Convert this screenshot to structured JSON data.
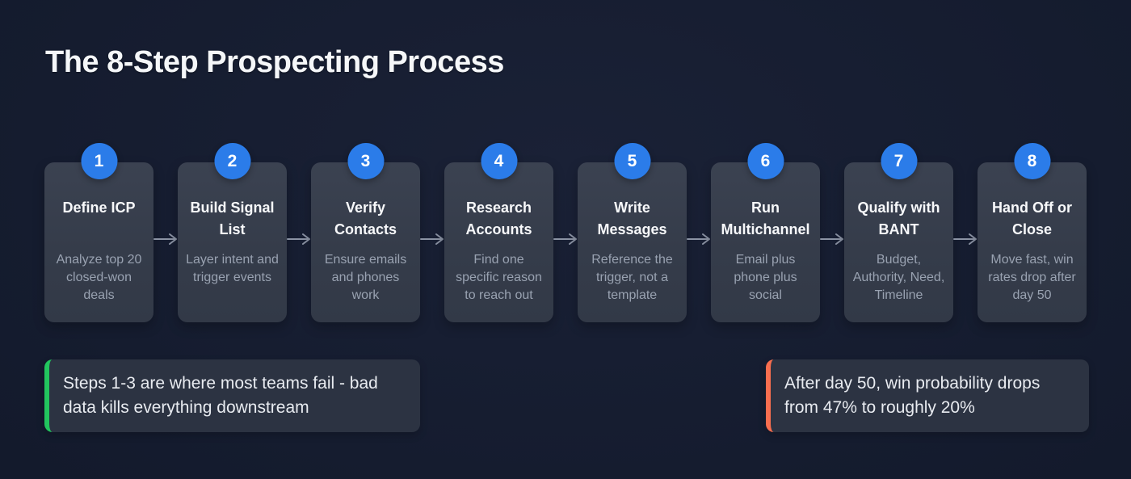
{
  "page": {
    "title": "The 8-Step Prospecting Process"
  },
  "steps": [
    {
      "number": "1",
      "title": "Define ICP",
      "description": "Analyze top 20 closed-won deals"
    },
    {
      "number": "2",
      "title": "Build Signal List",
      "description": "Layer intent and trigger events"
    },
    {
      "number": "3",
      "title": "Verify Contacts",
      "description": "Ensure emails and phones work"
    },
    {
      "number": "4",
      "title": "Research Accounts",
      "description": "Find one specific reason to reach out"
    },
    {
      "number": "5",
      "title": "Write Messages",
      "description": "Reference the trigger, not a template"
    },
    {
      "number": "6",
      "title": "Run Multichannel",
      "description": "Email plus phone plus social"
    },
    {
      "number": "7",
      "title": "Qualify with BANT",
      "description": "Budget, Authority, Need, Timeline"
    },
    {
      "number": "8",
      "title": "Hand Off or Close",
      "description": "Move fast, win rates drop after day 50"
    }
  ],
  "callouts": [
    {
      "text": "Steps 1-3 are where most teams fail - bad data kills everything downstream",
      "accent_color": "#22c55e"
    },
    {
      "text": "After day 50, win probability drops from 47% to roughly 20%",
      "accent_color": "#f96e4f"
    }
  ],
  "colors": {
    "badge_blue": "#2b7ce9",
    "arrow_gray": "#8b93a4",
    "card_background": "#363d4b",
    "page_background": "#151c2f"
  }
}
